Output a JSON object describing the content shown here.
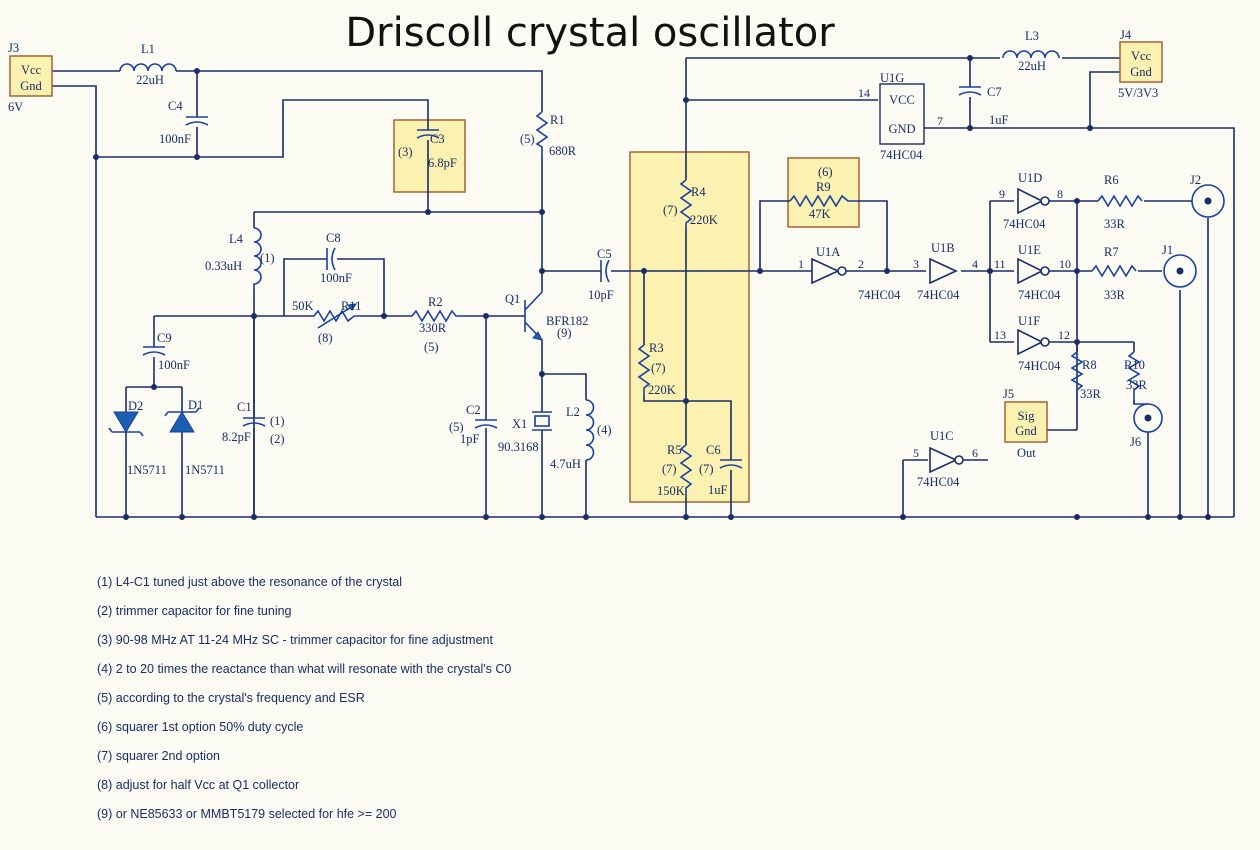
{
  "title": "Driscoll crystal oscillator",
  "connectors": {
    "j3": {
      "ref": "J3",
      "vcc": "Vcc",
      "gnd": "Gnd",
      "value": "6V"
    },
    "j4": {
      "ref": "J4",
      "vcc": "Vcc",
      "gnd": "Gnd",
      "value": "5V/3V3"
    },
    "j5": {
      "ref": "J5",
      "sig": "Sig",
      "gnd": "Gnd",
      "value": "Out"
    },
    "j1": {
      "ref": "J1"
    },
    "j2": {
      "ref": "J2"
    },
    "j6": {
      "ref": "J6"
    }
  },
  "components": {
    "l1": {
      "ref": "L1",
      "value": "22uH"
    },
    "l3": {
      "ref": "L3",
      "value": "22uH"
    },
    "l4": {
      "ref": "L4",
      "value": "0.33uH",
      "note": "(1)"
    },
    "l2": {
      "ref": "L2",
      "value": "4.7uH",
      "note": "(4)"
    },
    "c4": {
      "ref": "C4",
      "value": "100nF"
    },
    "c3": {
      "ref": "C3",
      "value": "6.8pF",
      "note": "(3)"
    },
    "c8": {
      "ref": "C8",
      "value": "100nF"
    },
    "c9": {
      "ref": "C9",
      "value": "100nF"
    },
    "c1": {
      "ref": "C1",
      "value": "8.2pF",
      "note1": "(1)",
      "note2": "(2)"
    },
    "c2": {
      "ref": "C2",
      "value": "1pF",
      "note": "(5)"
    },
    "c5": {
      "ref": "C5",
      "value": "10pF"
    },
    "c6": {
      "ref": "C6",
      "value": "1uF",
      "note": "(7)"
    },
    "c7": {
      "ref": "C7",
      "value": "1uF"
    },
    "r1": {
      "ref": "R1",
      "value": "680R",
      "note": "(5)"
    },
    "r2": {
      "ref": "R2",
      "value": "330R",
      "note": "(5)"
    },
    "r3": {
      "ref": "R3",
      "value": "220K",
      "note": "(7)"
    },
    "r4": {
      "ref": "R4",
      "value": "220K",
      "note": "(7)"
    },
    "r5": {
      "ref": "R5",
      "value": "150K",
      "note": "(7)"
    },
    "r6": {
      "ref": "R6",
      "value": "33R"
    },
    "r7": {
      "ref": "R7",
      "value": "33R"
    },
    "r8": {
      "ref": "R8",
      "value": "33R"
    },
    "r9": {
      "ref": "R9",
      "value": "47K",
      "note": "(6)"
    },
    "r10": {
      "ref": "R10",
      "value": "33R"
    },
    "r11": {
      "ref": "R11",
      "value": "50K",
      "note": "(8)"
    },
    "q1": {
      "ref": "Q1",
      "value": "BFR182",
      "note": "(9)"
    },
    "x1": {
      "ref": "X1",
      "value": "90.3168"
    },
    "d1": {
      "ref": "D1",
      "value": "1N5711"
    },
    "d2": {
      "ref": "D2",
      "value": "1N5711"
    },
    "u1a": {
      "ref": "U1A",
      "value": "74HC04",
      "pin_in": "1",
      "pin_out": "2"
    },
    "u1b": {
      "ref": "U1B",
      "value": "74HC04",
      "pin_in": "3",
      "pin_out": "4"
    },
    "u1c": {
      "ref": "U1C",
      "value": "74HC04",
      "pin_in": "5",
      "pin_out": "6"
    },
    "u1d": {
      "ref": "U1D",
      "value": "74HC04",
      "pin_in": "9",
      "pin_out": "8"
    },
    "u1e": {
      "ref": "U1E",
      "value": "74HC04",
      "pin_in": "11",
      "pin_out": "10"
    },
    "u1f": {
      "ref": "U1F",
      "value": "74HC04",
      "pin_in": "13",
      "pin_out": "12"
    },
    "u1g": {
      "ref": "U1G",
      "value": "74HC04",
      "vcc": "VCC",
      "gnd": "GND",
      "pin_vcc": "14",
      "pin_gnd": "7"
    }
  },
  "notes": [
    "(1) L4-C1 tuned just above the resonance of the crystal",
    "(2) trimmer capacitor for fine tuning",
    "(3) 90-98 MHz AT 11-24 MHz SC - trimmer capacitor for fine adjustment",
    "(4) 2 to 20 times the reactance than what will resonate with the crystal's C0",
    "(5) according to the crystal's frequency and ESR",
    "(6) squarer 1st option 50% duty cycle",
    "(7) squarer 2nd option",
    "(8) adjust for half Vcc at Q1 collector",
    "(9) or NE85633 or MMBT5179 selected for hfe >= 200"
  ]
}
